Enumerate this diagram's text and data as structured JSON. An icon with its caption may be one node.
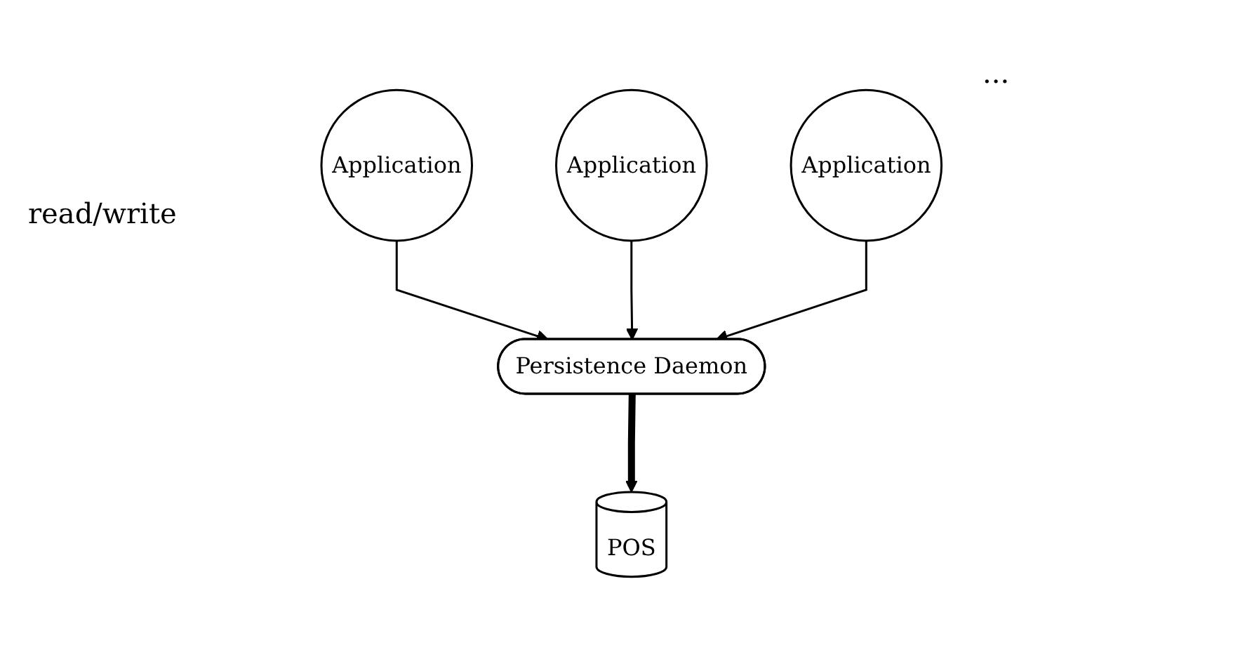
{
  "diagram": {
    "nodes": [
      {
        "text": [
          "Application"
        ]
      },
      {
        "text": [
          "Application"
        ]
      },
      {
        "text": [
          "Application"
        ]
      },
      {
        "text": [
          "Persistence Daemon"
        ]
      },
      {
        "text": [
          "POS"
        ]
      }
    ],
    "edges": [
      {
        "from": 0,
        "to": 3,
        "arrow": "to"
      },
      {
        "from": 1,
        "to": 3,
        "arrow": "to"
      },
      {
        "from": 2,
        "to": 3,
        "arrow": "to"
      },
      {
        "from": 3,
        "to": 4,
        "arrow": "to",
        "style": "thick"
      }
    ],
    "labels": [
      "...",
      "read/write"
    ]
  }
}
